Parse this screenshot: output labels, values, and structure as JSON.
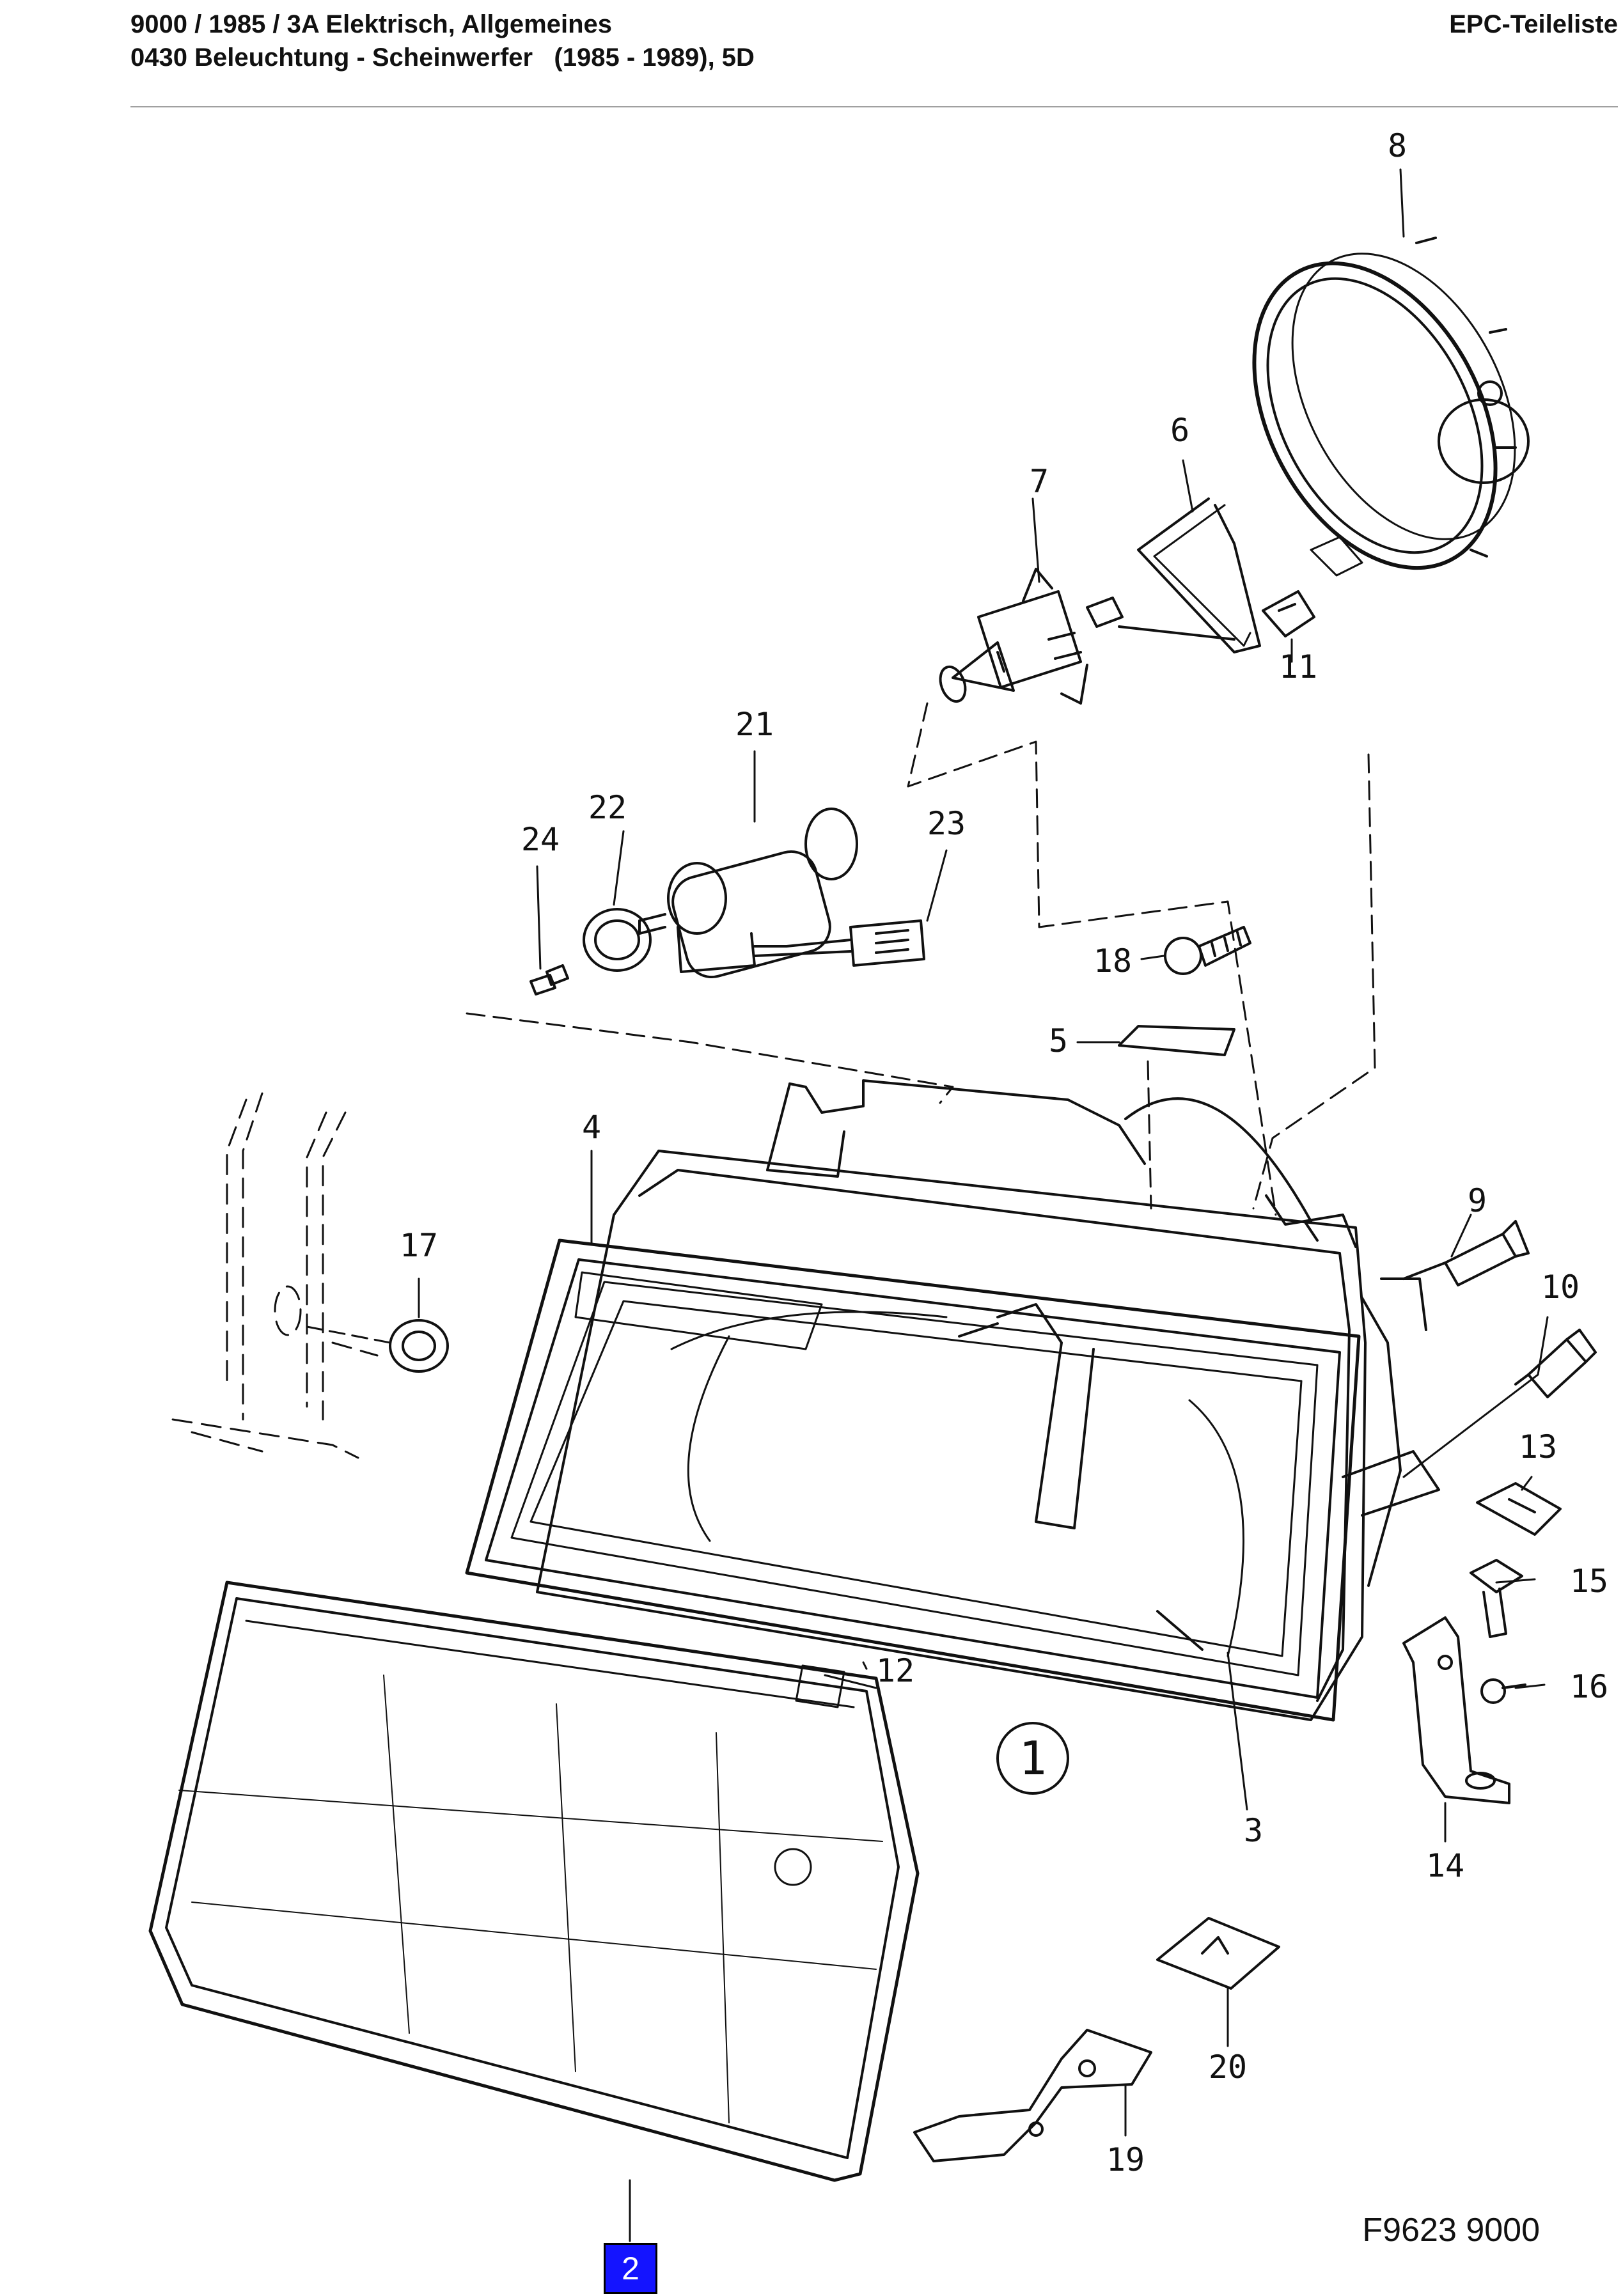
{
  "header": {
    "line1": "9000 / 1985 / 3A Elektrisch, Allgemeines",
    "line2": "0430 Beleuchtung - Scheinwerfer   (1985 - 1989), 5D",
    "right_title": "EPC-Teileliste"
  },
  "diagram": {
    "callouts": {
      "p1": "1",
      "p3": "3",
      "p4": "4",
      "p5": "5",
      "p6": "6",
      "p7": "7",
      "p8": "8",
      "p9": "9",
      "p10": "10",
      "p11": "11",
      "p12": "12",
      "p13": "13",
      "p14": "14",
      "p15": "15",
      "p16": "16",
      "p17": "17",
      "p18": "18",
      "p19": "19",
      "p20": "20",
      "p21": "21",
      "p22": "22",
      "p23": "23",
      "p24": "24"
    },
    "selected_part": "2",
    "figure_code": "F9623 9000"
  },
  "colors": {
    "line": "#111111",
    "selected": "#1414ff",
    "rule": "#a0a0a0"
  }
}
